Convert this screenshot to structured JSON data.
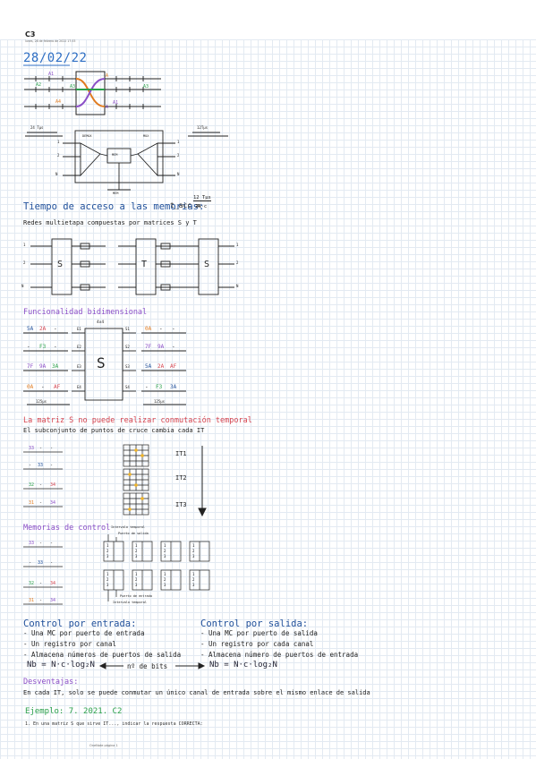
{
  "page": {
    "title": "C3",
    "meta": "lunes, 28 de febrero de 2022     17:33",
    "date": "28/02/22",
    "footer": "OneNote página 1"
  },
  "diagram1": {
    "labels": [
      "A1",
      "A2",
      "A3",
      "A3",
      "A4",
      "A1",
      "A",
      "A"
    ]
  },
  "diagram2": {
    "left_bracket": "24 Tμs",
    "right_bracket": "12Tμs",
    "inputs": [
      "1",
      "2",
      "N"
    ],
    "outputs": [
      "1",
      "2",
      "N"
    ],
    "box_left": "DEMUX",
    "box_right": "MUX",
    "center": "MEM",
    "bottom": "MEM"
  },
  "formula": {
    "label": "Tiempo de acceso a las memorias:",
    "lhs": "t_acc =",
    "numerator": "12 Tμs",
    "denominator": "2N·c"
  },
  "section_redes": {
    "title": "Redes multietapa compuestas por matrices S y T",
    "S": "S",
    "T": "T",
    "ports_in": [
      "1",
      "2",
      "N"
    ],
    "ports_out": [
      "1",
      "2",
      "N"
    ]
  },
  "section_func": {
    "title": "Funcionalidad bidimensional",
    "box": "S",
    "size_label": "4x4",
    "inputs": [
      "E1",
      "E2",
      "E3",
      "E4"
    ],
    "outputs": [
      "S1",
      "S2",
      "S3",
      "S4"
    ],
    "left_rows": [
      [
        "5A",
        "2A",
        "-"
      ],
      [
        "-",
        "F3",
        "-"
      ],
      [
        "7F",
        "9A",
        "3A"
      ],
      [
        "0A",
        "-",
        "AF"
      ]
    ],
    "right_rows": [
      [
        "0A",
        "-",
        "-"
      ],
      [
        "7F",
        "9A",
        "-"
      ],
      [
        "5A",
        "2A",
        "AF"
      ],
      [
        "-",
        "F3",
        "3A"
      ]
    ],
    "left_bracket": "125μs",
    "right_bracket": "125μs"
  },
  "section_temporal": {
    "title": "La matriz S no puede realizar conmutación temporal",
    "subtitle": "El subconjunto de puntos de cruce cambia cada IT",
    "it_labels": [
      "IT1",
      "IT2",
      "IT3"
    ],
    "rows": [
      [
        "33",
        "-",
        "-"
      ],
      [
        "-",
        "33",
        "-"
      ],
      [
        "32",
        "-",
        "34"
      ],
      [
        "31",
        "-",
        "34"
      ]
    ]
  },
  "section_memorias": {
    "title": "Memorias de control",
    "top_label1": "Intervalo temporal",
    "top_label2": "Puerto de salida",
    "bottom_label1": "Puerto de entrada",
    "bottom_label2": "Intervalo temporal",
    "rows": [
      [
        "33",
        "-",
        "-"
      ],
      [
        "-",
        "33",
        "-"
      ],
      [
        "32",
        "-",
        "34"
      ],
      [
        "31",
        "-",
        "34"
      ]
    ],
    "cell_values": [
      "1",
      "2",
      "3"
    ]
  },
  "control": {
    "entrada_title": "Control por entrada:",
    "entrada_items": [
      "- Una MC por puerto de entrada",
      "- Un registro por canal",
      "- Almacena números de puertos de salida"
    ],
    "salida_title": "Control por salida:",
    "salida_items": [
      "- Una MC por puerto de salida",
      "- Un registro por cada canal",
      "- Almacena número de puertos de entrada"
    ],
    "formula_left": "Nb = N·c·log₂N",
    "formula_mid": "nº de bits",
    "formula_right": "Nb = N·c·log₂N"
  },
  "desventajas": {
    "title": "Desventajas:",
    "text": "En cada IT, solo se puede conmutar un único canal de entrada sobre el mismo enlace de salida"
  },
  "ejemplo": {
    "title": "Ejemplo: 7. 2021. C2",
    "text": "1. En una matriz S que sirve IT..., indicar la respuesta CORRECTA:"
  }
}
